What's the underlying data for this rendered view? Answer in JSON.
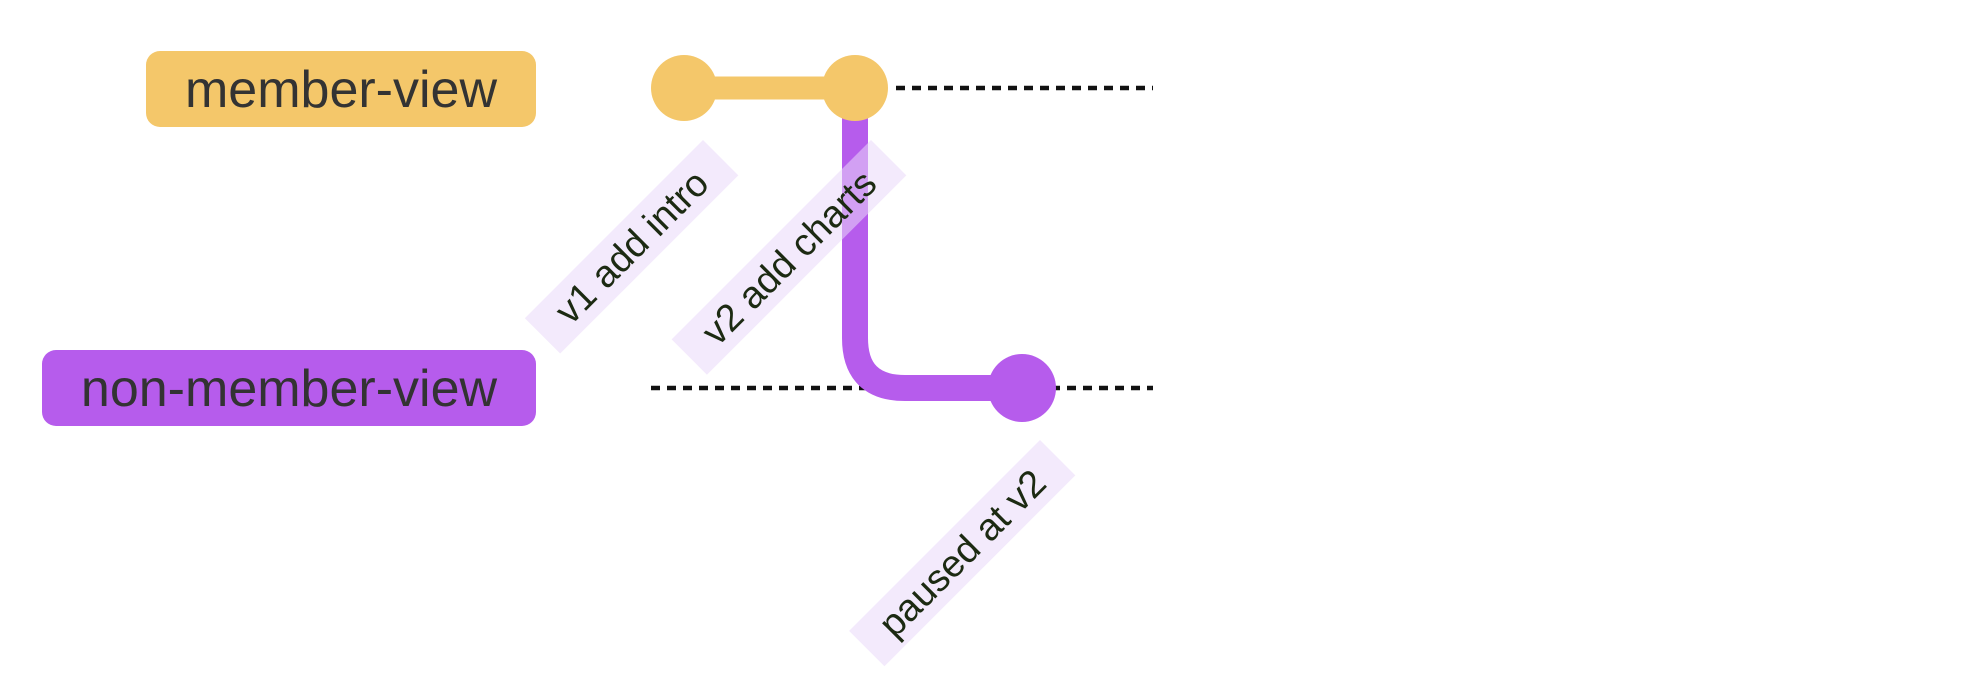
{
  "diagram": {
    "kind": "git-graph",
    "branches": [
      {
        "name": "member-view",
        "order": 0
      },
      {
        "name": "non-member-view",
        "order": 1
      }
    ],
    "commits": [
      {
        "label": "v1 add intro",
        "branch": "member-view"
      },
      {
        "label": "v2 add charts",
        "branch": "member-view"
      },
      {
        "label": "paused at v2",
        "branch": "non-member-view"
      }
    ]
  },
  "colors": {
    "background": "#ffffff",
    "branch_yellow": "#F4C76A",
    "branch_purple": "#B65CEC",
    "badge_text": "#333333",
    "commit_label_text": "#1C2A12",
    "commit_label_bg": "rgba(233,216,250,0.55)",
    "lane_dotted": "#111111"
  }
}
